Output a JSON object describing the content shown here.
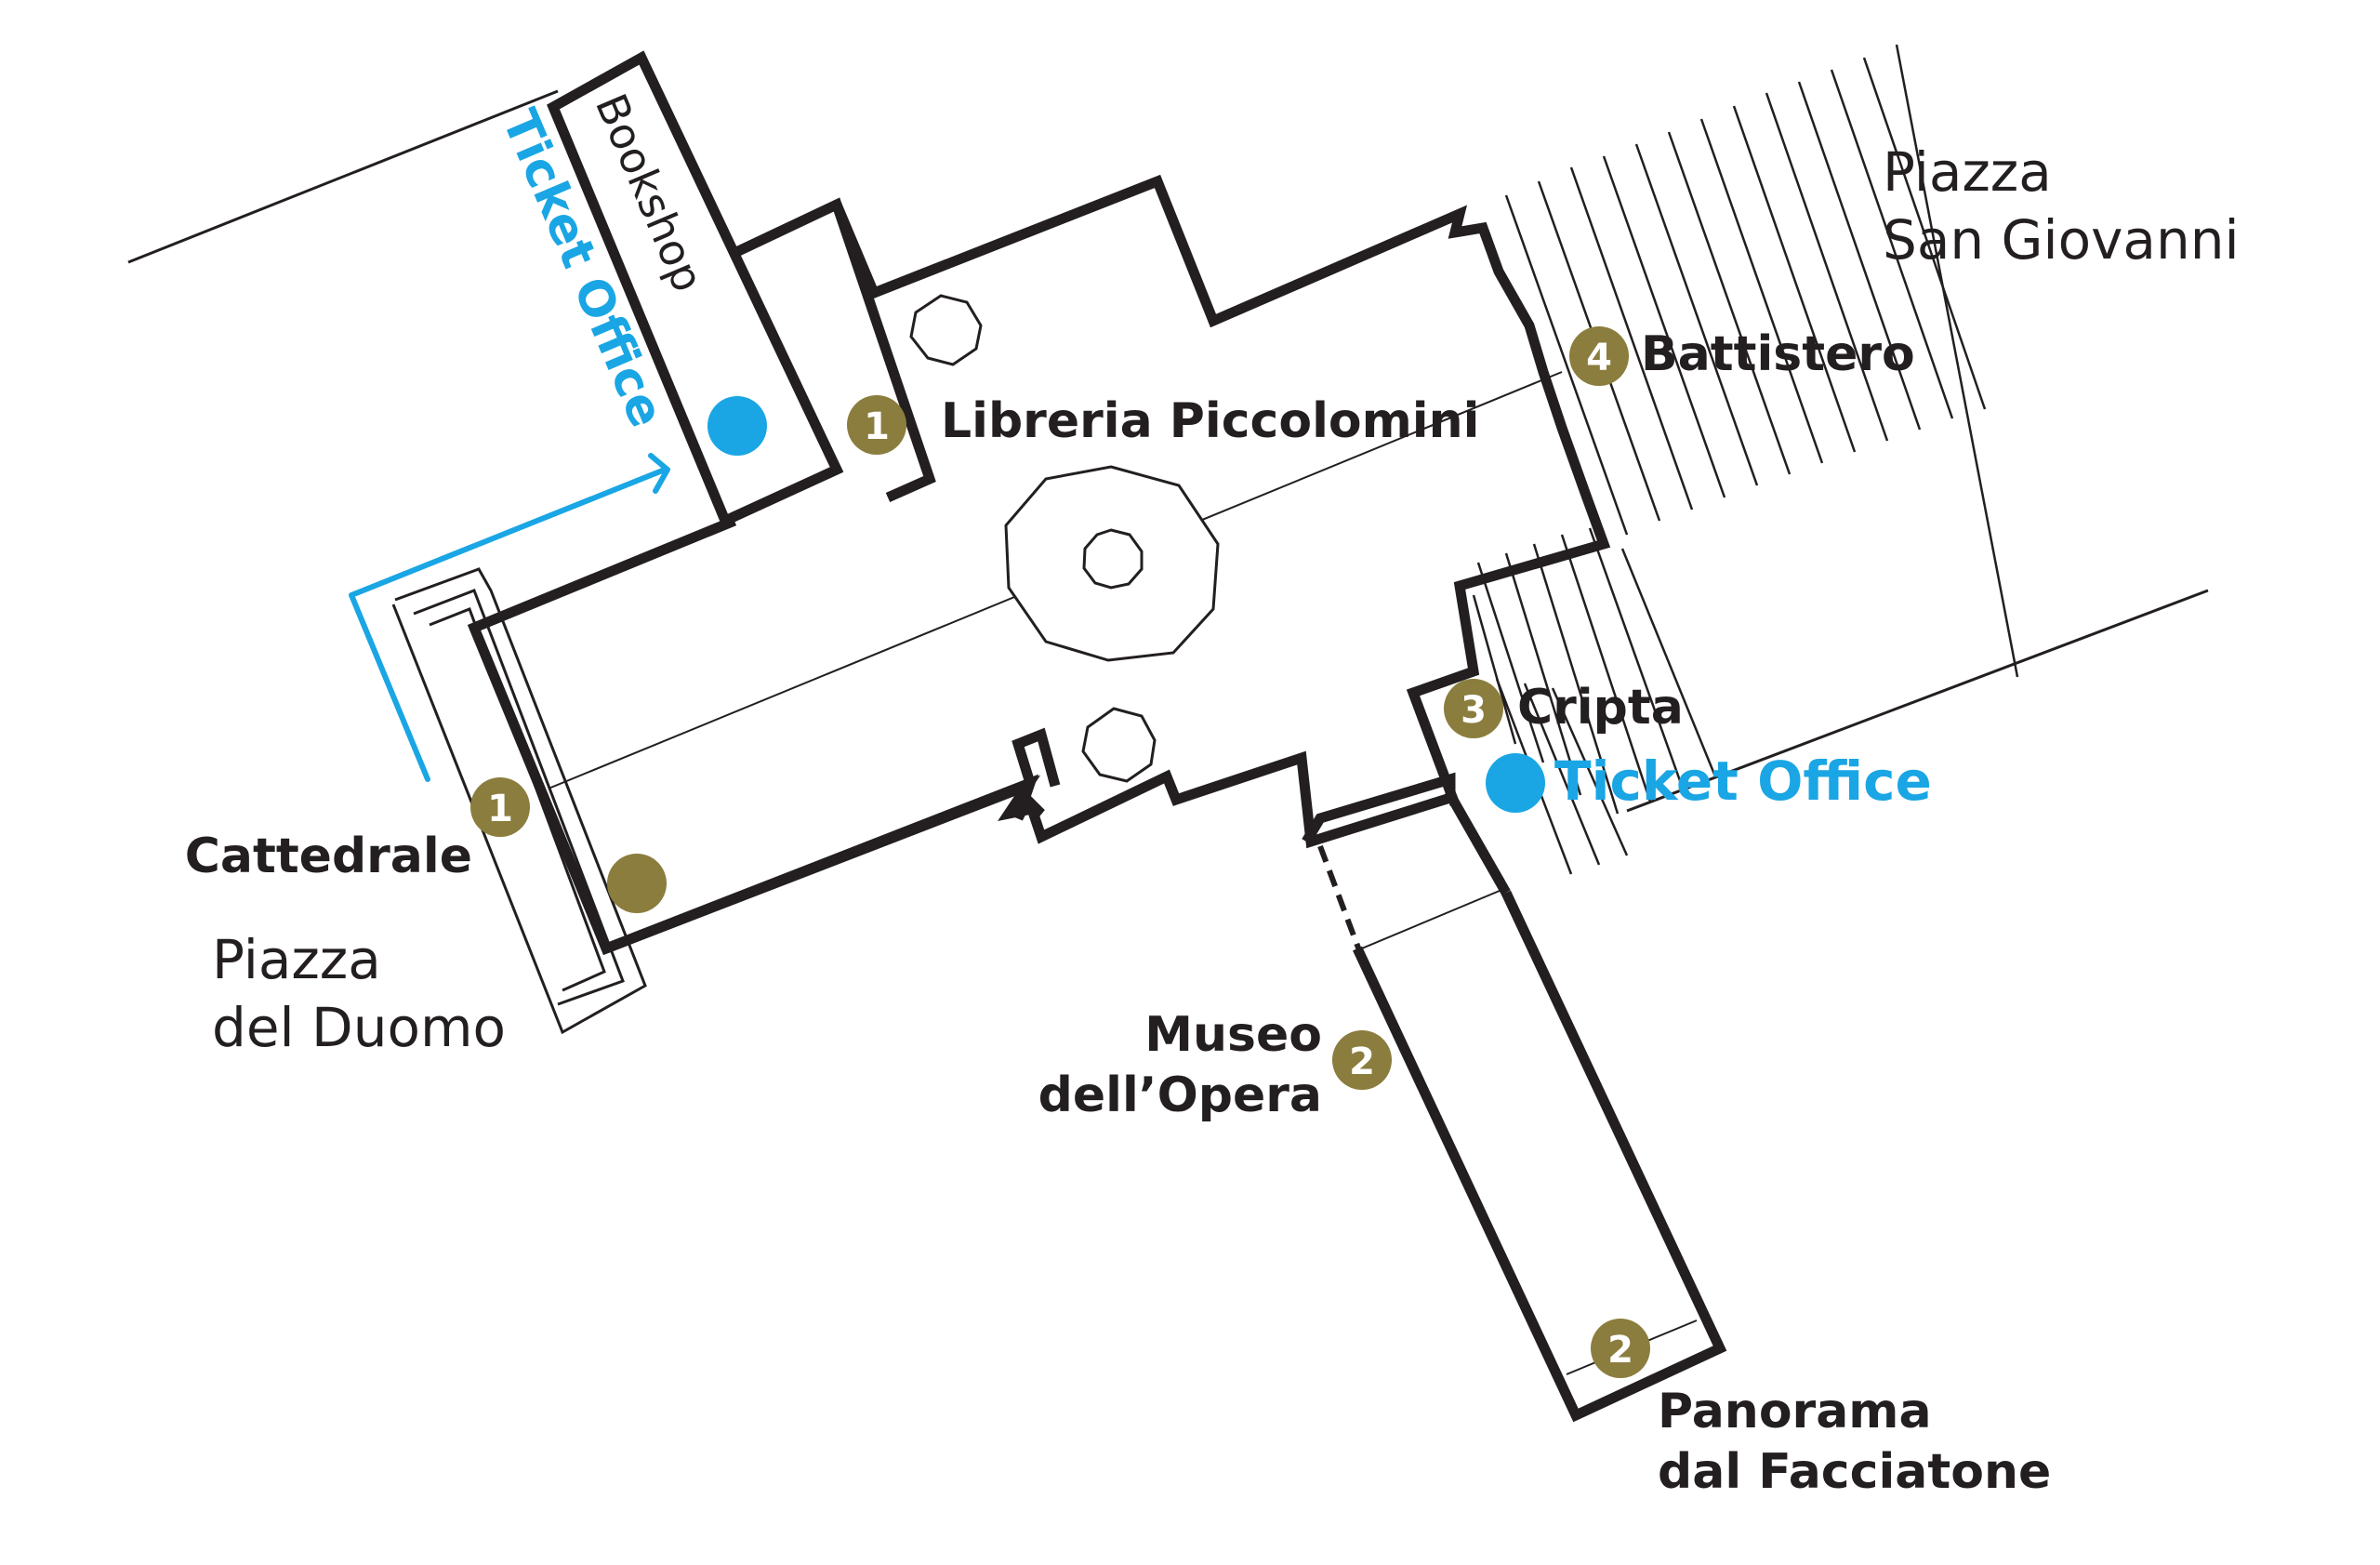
{
  "colors": {
    "wall": "#231f20",
    "ticket": "#1aa6e4",
    "marker": "#8b7d3e",
    "background": "#ffffff"
  },
  "labels": {
    "bookshop": "Bookshop",
    "ticket_office_north": "Ticket Office",
    "libreria": "Libreria Piccolomini",
    "battistero": "Battistero",
    "piazza_san_giovanni_1": "Piazza",
    "piazza_san_giovanni_2": "San Giovanni",
    "cripta": "Cripta",
    "ticket_office_south": "Ticket Office",
    "cattedrale": "Cattedrale",
    "piazza_duomo_1": "Piazza",
    "piazza_duomo_2": "del Duomo",
    "museo_1": "Museo",
    "museo_2": "dell’Opera",
    "panorama_1": "Panorama",
    "panorama_2": "dal Facciatone"
  },
  "markers": {
    "libreria": "1",
    "cattedrale": "1",
    "museo": "2",
    "panorama": "2",
    "cripta": "3",
    "battistero": "4"
  }
}
